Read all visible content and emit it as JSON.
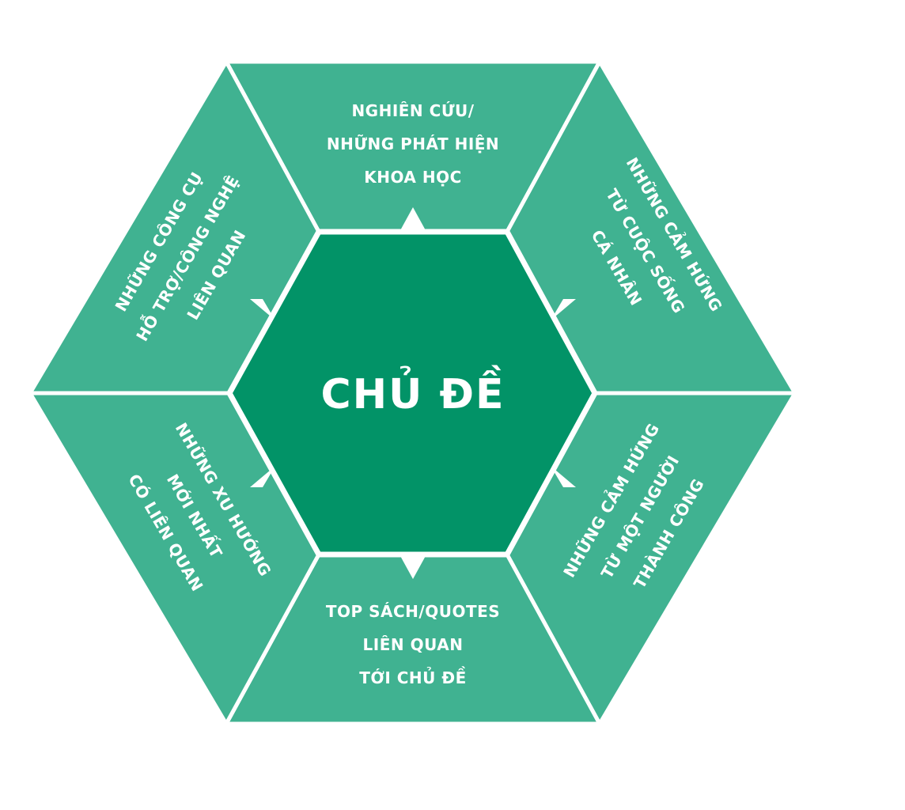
{
  "center": {
    "label": "CHỦ ĐỀ"
  },
  "segments": [
    {
      "id": "top",
      "lines": [
        "NGHIÊN CỨU/",
        "NHỮNG PHÁT HIỆN",
        "KHOA HỌC"
      ]
    },
    {
      "id": "top-right",
      "lines": [
        "NHỮNG CẢM HỨNG",
        "TỪ CUỘC SỐNG",
        "CÁ NHÂN"
      ]
    },
    {
      "id": "bottom-right",
      "lines": [
        "NHỮNG CẢM HỨNG",
        "TỪ MỘT NGƯỜI",
        "THÀNH CÔNG"
      ]
    },
    {
      "id": "bottom",
      "lines": [
        "TOP SÁCH/QUOTES",
        "LIÊN QUAN",
        "TỚI CHỦ ĐỀ"
      ]
    },
    {
      "id": "bottom-left",
      "lines": [
        "NHỮNG XU HƯỚNG",
        "MỚI NHẤT",
        "CÓ LIÊN QUAN"
      ]
    },
    {
      "id": "top-left",
      "lines": [
        "NHỮNG CÔNG CỤ",
        "HỖ TRỢ/CÔNG NGHỆ",
        "LIÊN QUAN"
      ]
    }
  ],
  "colors": {
    "segment": "#40b291",
    "center": "#029367",
    "divider": "#ffffff"
  }
}
